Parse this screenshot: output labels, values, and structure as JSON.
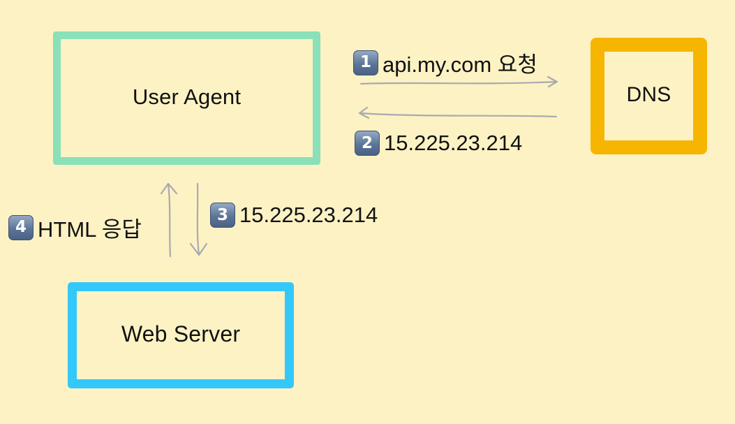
{
  "nodes": {
    "user_agent": "User Agent",
    "dns": "DNS",
    "web_server": "Web Server"
  },
  "steps": [
    {
      "number": "1",
      "text": "api.my.com 요청"
    },
    {
      "number": "2",
      "text": "15.225.23.214"
    },
    {
      "number": "3",
      "text": "15.225.23.214"
    },
    {
      "number": "4",
      "text": "HTML 응답"
    }
  ],
  "colors": {
    "background": "#fdf2c4",
    "user_agent_border": "#8ae0b8",
    "dns_border": "#f6b500",
    "web_server_border": "#34c8fa",
    "arrow": "#a8aab0"
  }
}
